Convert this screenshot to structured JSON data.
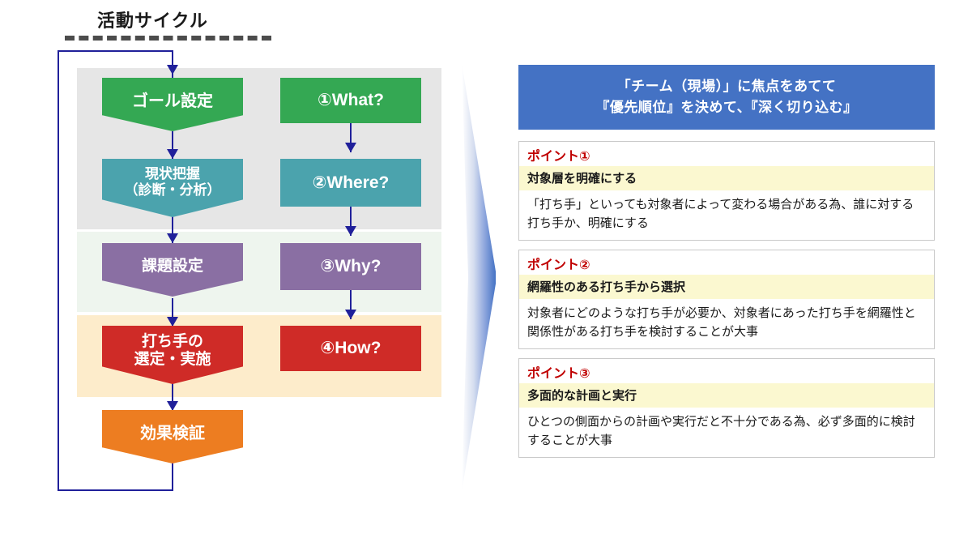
{
  "cycle": {
    "title": "活動サイクル",
    "accent_navy": "#20209a",
    "bands": [
      {
        "name": "gray",
        "color": "#e6e6e6"
      },
      {
        "name": "green",
        "color": "#eef5ee"
      },
      {
        "name": "orange",
        "color": "#fdeccb"
      }
    ],
    "steps": [
      {
        "label": "ゴール設定",
        "color": "#34a853",
        "shape": "chevron"
      },
      {
        "label": "現状把握\n（診断・分析）",
        "color": "#4ba3ad",
        "shape": "chevron"
      },
      {
        "label": "課題設定",
        "color": "#8a6fa3",
        "shape": "chevron"
      },
      {
        "label": "打ち手の\n選定・実施",
        "color": "#cf2b27",
        "shape": "chevron"
      },
      {
        "label": "効果検証",
        "color": "#ed7d21",
        "shape": "chevron"
      }
    ],
    "questions": [
      {
        "label": "①What?",
        "color": "#34a853"
      },
      {
        "label": "②Where?",
        "color": "#4ba3ad"
      },
      {
        "label": "③Why?",
        "color": "#8a6fa3"
      },
      {
        "label": "④How?",
        "color": "#cf2b27"
      }
    ]
  },
  "transition": {
    "name": "right-arrow",
    "gradient_from": "#ffffff",
    "gradient_to": "#4472c4"
  },
  "headline": {
    "line1": "「チーム（現場）」に焦点をあてて",
    "line2": "『優先順位』を決めて、『深く切り込む』",
    "background": "#4472c4"
  },
  "points": [
    {
      "head": "ポイント①",
      "sub": "対象層を明確にする",
      "body": "「打ち手」といっても対象者によって変わる場合がある為、誰に対する打ち手か、明確にする"
    },
    {
      "head": "ポイント②",
      "sub": "網羅性のある打ち手から選択",
      "body": "対象者にどのような打ち手が必要か、対象者にあった打ち手を網羅性と関係性がある打ち手を検討することが大事"
    },
    {
      "head": "ポイント③",
      "sub": "多面的な計画と実行",
      "body": "ひとつの側面からの計画や実行だと不十分である為、必ず多面的に検討することが大事"
    }
  ],
  "colors": {
    "point_head": "#c00000",
    "point_sub_bg": "#fbf8d0",
    "card_border": "#c9c9c9"
  }
}
